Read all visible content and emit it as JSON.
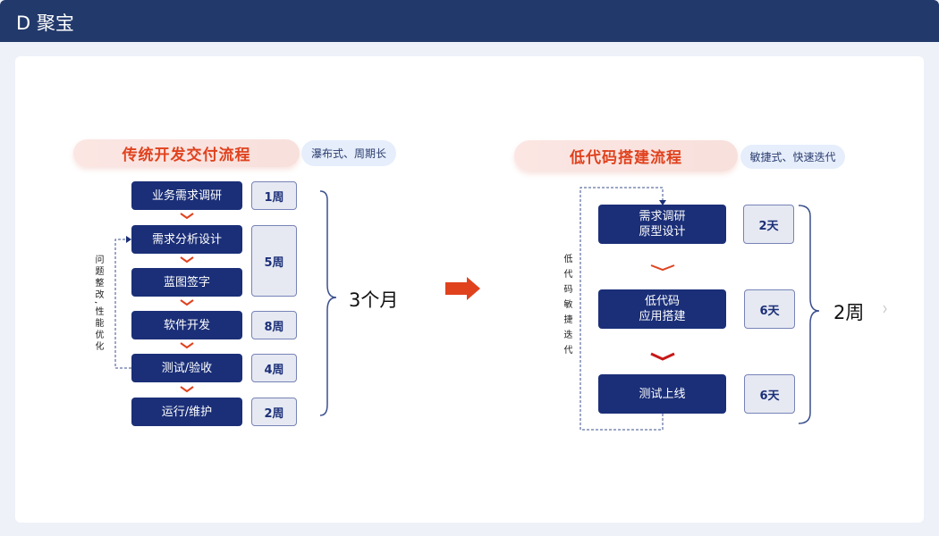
{
  "header": {
    "logo": "D 聚宝"
  },
  "traditional": {
    "title": "传统开发交付流程",
    "subtitle": "瀑布式、周期长",
    "steps": [
      "业务需求调研",
      "需求分析设计",
      "蓝图签字",
      "软件开发",
      "测试/验收",
      "运行/维护"
    ],
    "durations": [
      "1周",
      "5周",
      "8周",
      "4周",
      "2周"
    ],
    "loop_label": "问题整改,性能优化",
    "total": "3个月"
  },
  "lowcode": {
    "title": "低代码搭建流程",
    "subtitle": "敏捷式、快速迭代",
    "steps": [
      {
        "l1": "需求调研",
        "l2": "原型设计"
      },
      {
        "l1": "低代码",
        "l2": "应用搭建"
      },
      {
        "l1": "测试上线",
        "l2": ""
      }
    ],
    "durations": [
      "2天",
      "6天",
      "6天"
    ],
    "loop_label": "低代码敏捷迭代",
    "total": "2周"
  },
  "colors": {
    "header": "#22396b",
    "step": "#1b2f78",
    "accent": "#e0421e"
  }
}
